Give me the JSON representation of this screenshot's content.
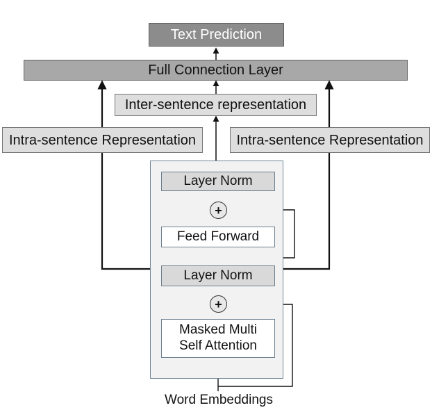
{
  "diagram": {
    "text_prediction": "Text Prediction",
    "full_connection_layer": "Full Connection Layer",
    "inter_sentence_representation": "Inter-sentence representation",
    "intra_sentence_representation_left": "Intra-sentence Representation",
    "intra_sentence_representation_right": "Intra-sentence Representation",
    "layer_norm_top": "Layer Norm",
    "feed_forward": "Feed Forward",
    "layer_norm_bottom": "Layer Norm",
    "masked_multi_line_1": "Masked Multi",
    "masked_multi_line_2": "Self Attention",
    "word_embeddings": "Word Embeddings",
    "plus_symbol_top": "+",
    "plus_symbol_bottom": "+"
  },
  "colors": {
    "dark_box": "#8c8c8c",
    "mid_box": "#a8a8a8",
    "light_box": "#dedede",
    "panel": "#f2f2f2",
    "line": "#111111"
  }
}
